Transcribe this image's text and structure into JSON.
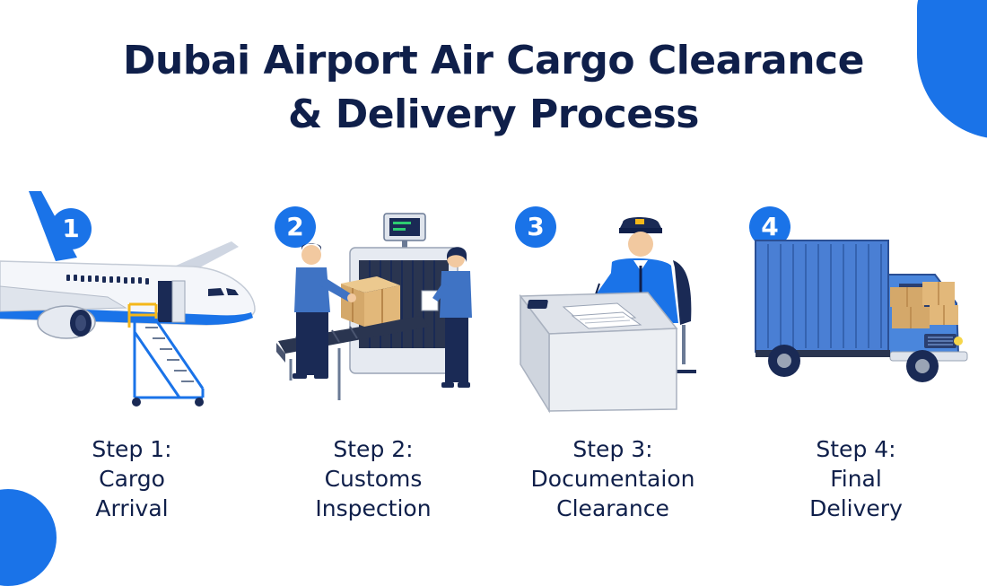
{
  "title": {
    "line1": "Dubai Airport Air Cargo Clearance",
    "line2": "& Delivery Process"
  },
  "colors": {
    "accent": "#1a73e8",
    "heading": "#0f1f4a",
    "background": "#ffffff"
  },
  "steps": [
    {
      "number": "1",
      "heading": "Step 1:",
      "line1": "Cargo",
      "line2": "Arrival",
      "icon": "airplane-with-stairs-icon"
    },
    {
      "number": "2",
      "heading": "Step 2:",
      "line1": "Customs",
      "line2": "Inspection",
      "icon": "xray-scanner-conveyor-icon"
    },
    {
      "number": "3",
      "heading": "Step 3:",
      "line1": "Documentaion",
      "line2": "Clearance",
      "icon": "officer-at-desk-icon"
    },
    {
      "number": "4",
      "heading": "Step 4:",
      "line1": "Final",
      "line2": "Delivery",
      "icon": "delivery-truck-icon"
    }
  ]
}
